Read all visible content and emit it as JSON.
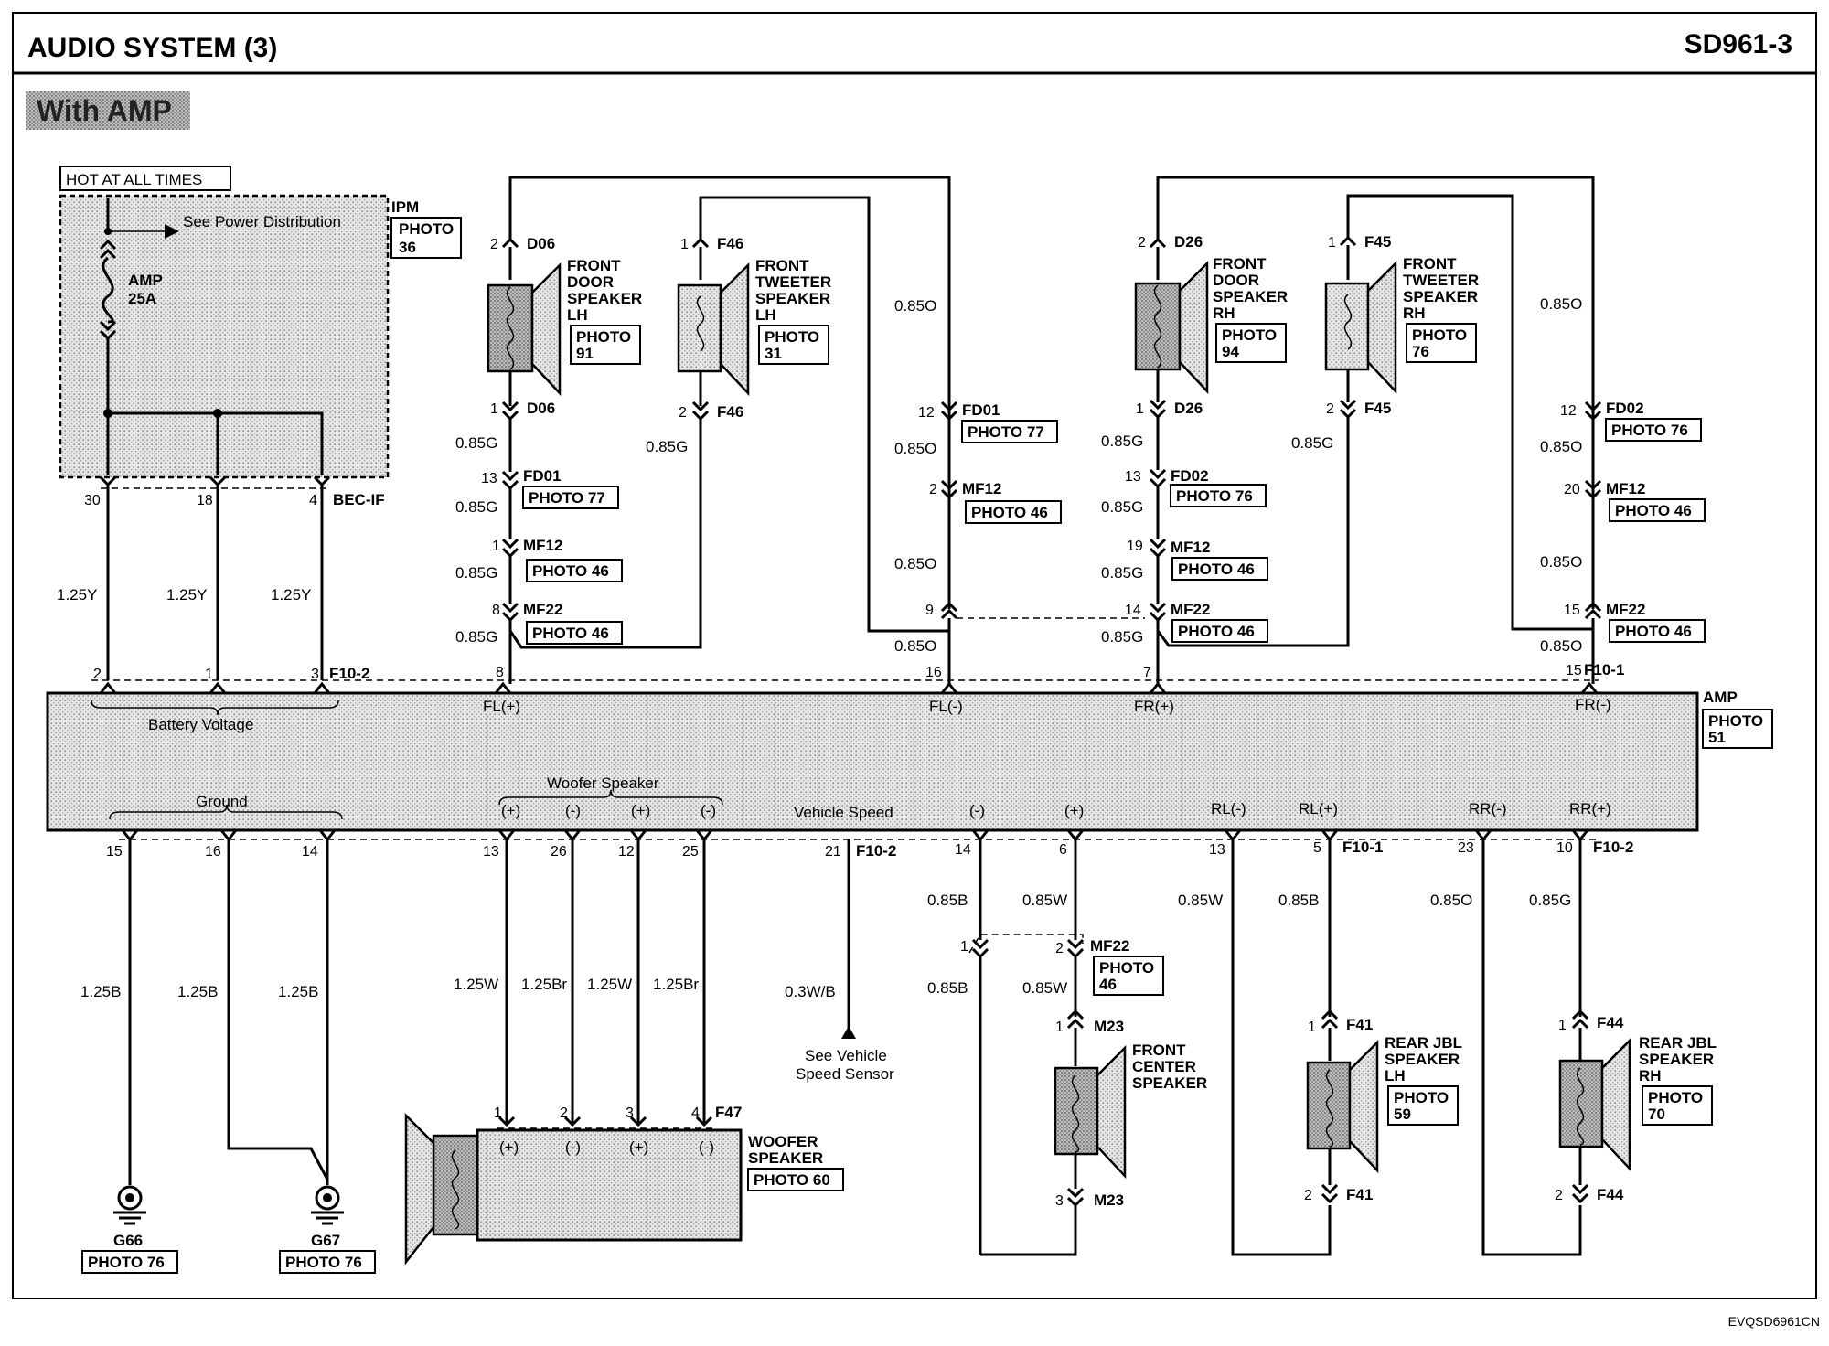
{
  "header": {
    "title": "AUDIO SYSTEM (3)",
    "code": "SD961-3",
    "variant": "With AMP",
    "footer_code": "EVQSD6961CN"
  },
  "ipm": {
    "hot": "HOT AT ALL TIMES",
    "name": "IPM",
    "photo1": "PHOTO",
    "photo2": "36",
    "see": "See Power Distribution",
    "fuse1": "AMP",
    "fuse2": "25A",
    "connector": "BEC-IF",
    "pins": [
      "30",
      "18",
      "4"
    ]
  },
  "battery_wires": [
    "1.25Y",
    "1.25Y",
    "1.25Y"
  ],
  "amp": {
    "name": "AMP",
    "photo1": "PHOTO",
    "photo2": "51",
    "battery_voltage": "Battery Voltage",
    "ground": "Ground",
    "woofer_speaker": "Woofer Speaker",
    "vehicle_speed": "Vehicle Speed",
    "top_pins": [
      "2",
      "1",
      "3",
      "8",
      "16",
      "7",
      "15"
    ],
    "top_conn_left": "F10-2",
    "top_conn_right": "F10-1",
    "outputs": [
      "FL(+)",
      "FL(-)",
      "FR(+)",
      "FR(-)"
    ],
    "woofer_terms": [
      "(+)",
      "(-)",
      "(+)",
      "(-)"
    ],
    "center_terms": [
      "(-)",
      "(+)"
    ],
    "rear_terms": [
      "RL(-)",
      "RL(+)",
      "RR(-)",
      "RR(+)"
    ],
    "bottom_pins": [
      "15",
      "16",
      "14",
      "13",
      "26",
      "12",
      "25",
      "21",
      "14",
      "6",
      "13",
      "5",
      "23",
      "10"
    ],
    "bottom_conns": [
      "F10-2",
      "F10-1",
      "F10-2"
    ]
  },
  "front_lh": {
    "door_label": [
      "FRONT",
      "DOOR",
      "SPEAKER",
      "LH"
    ],
    "door_photo": [
      "PHOTO",
      "91"
    ],
    "tweeter_label": [
      "FRONT",
      "TWEETER",
      "SPEAKER",
      "LH"
    ],
    "tweeter_photo": [
      "PHOTO",
      "31"
    ],
    "door_top": {
      "pin": "2",
      "conn": "D06"
    },
    "door_bot": {
      "pin": "1",
      "conn": "D06"
    },
    "tw_top": {
      "pin": "1",
      "conn": "F46"
    },
    "tw_bot": {
      "pin": "2",
      "conn": "F46"
    },
    "fd01": {
      "pin": "13",
      "conn": "FD01",
      "photo": "PHOTO 77"
    },
    "mf12": {
      "pin": "1",
      "conn": "MF12",
      "photo": "PHOTO 46"
    },
    "mf22": {
      "pin": "8",
      "conn": "MF22",
      "photo": "PHOTO 46"
    },
    "wires_plus": [
      "0.85G",
      "0.85G",
      "0.85G",
      "0.85G"
    ],
    "tw_wire": "0.85G",
    "wires_minus": [
      "0.85O",
      "0.85O",
      "0.85O",
      "0.85O"
    ],
    "minus_fd01": {
      "pin": "12",
      "conn": "FD01",
      "photo": "PHOTO 77"
    },
    "minus_mf12": {
      "pin": "2",
      "conn": "MF12",
      "photo": "PHOTO 46"
    },
    "minus_mf22": {
      "pin": "9"
    }
  },
  "front_rh": {
    "door_label": [
      "FRONT",
      "DOOR",
      "SPEAKER",
      "RH"
    ],
    "door_photo": [
      "PHOTO",
      "94"
    ],
    "tweeter_label": [
      "FRONT",
      "TWEETER",
      "SPEAKER",
      "RH"
    ],
    "tweeter_photo": [
      "PHOTO",
      "76"
    ],
    "door_top": {
      "pin": "2",
      "conn": "D26"
    },
    "door_bot": {
      "pin": "1",
      "conn": "D26"
    },
    "tw_top": {
      "pin": "1",
      "conn": "F45"
    },
    "tw_bot": {
      "pin": "2",
      "conn": "F45"
    },
    "fd02": {
      "pin": "13",
      "conn": "FD02",
      "photo": "PHOTO 76"
    },
    "mf12": {
      "pin": "19",
      "conn": "MF12",
      "photo": "PHOTO 46"
    },
    "mf22": {
      "pin": "14",
      "conn": "MF22",
      "photo": "PHOTO 46"
    },
    "wires_plus": [
      "0.85G",
      "0.85G",
      "0.85G",
      "0.85G"
    ],
    "tw_wire": "0.85G",
    "wires_minus": [
      "0.85O",
      "0.85O",
      "0.85O",
      "0.85O"
    ],
    "minus_fd02": {
      "pin": "12",
      "conn": "FD02",
      "photo": "PHOTO 76"
    },
    "minus_mf12": {
      "pin": "20",
      "conn": "MF12",
      "photo": "PHOTO 46"
    },
    "minus_mf22": {
      "pin": "15",
      "conn": "MF22",
      "photo": "PHOTO 46"
    }
  },
  "grounds": {
    "wires": [
      "1.25B",
      "1.25B",
      "1.25B"
    ],
    "g66": "G66",
    "g67": "G67",
    "photo": "PHOTO 76"
  },
  "woofer": {
    "wires": [
      "1.25W",
      "1.25Br",
      "1.25W",
      "1.25Br"
    ],
    "pins": [
      "1",
      "2",
      "3",
      "4"
    ],
    "conn": "F47",
    "terms": [
      "(+)",
      "(-)",
      "(+)",
      "(-)"
    ],
    "label": [
      "WOOFER",
      "SPEAKER"
    ],
    "photo": "PHOTO 60"
  },
  "vss": {
    "wire": "0.3W/B",
    "see": [
      "See Vehicle",
      "Speed Sensor"
    ]
  },
  "center": {
    "wires_top": [
      "0.85B",
      "0.85W"
    ],
    "wires_bot": [
      "0.85B",
      "0.85W"
    ],
    "mf22_pins": [
      "1",
      "2"
    ],
    "mf22": "MF22",
    "photo": [
      "PHOTO",
      "46"
    ],
    "top": {
      "pin": "1",
      "conn": "M23"
    },
    "bot": {
      "pin": "3",
      "conn": "M23"
    },
    "label": [
      "FRONT",
      "CENTER",
      "SPEAKER"
    ]
  },
  "rear_lh": {
    "wires": [
      "0.85W",
      "0.85B"
    ],
    "top": {
      "pin": "1",
      "conn": "F41"
    },
    "bot": {
      "pin": "2",
      "conn": "F41"
    },
    "label": [
      "REAR JBL",
      "SPEAKER",
      "LH"
    ],
    "photo": [
      "PHOTO",
      "59"
    ]
  },
  "rear_rh": {
    "wires": [
      "0.85O",
      "0.85G"
    ],
    "top": {
      "pin": "1",
      "conn": "F44"
    },
    "bot": {
      "pin": "2",
      "conn": "F44"
    },
    "label": [
      "REAR JBL",
      "SPEAKER",
      "RH"
    ],
    "photo": [
      "PHOTO",
      "70"
    ]
  }
}
